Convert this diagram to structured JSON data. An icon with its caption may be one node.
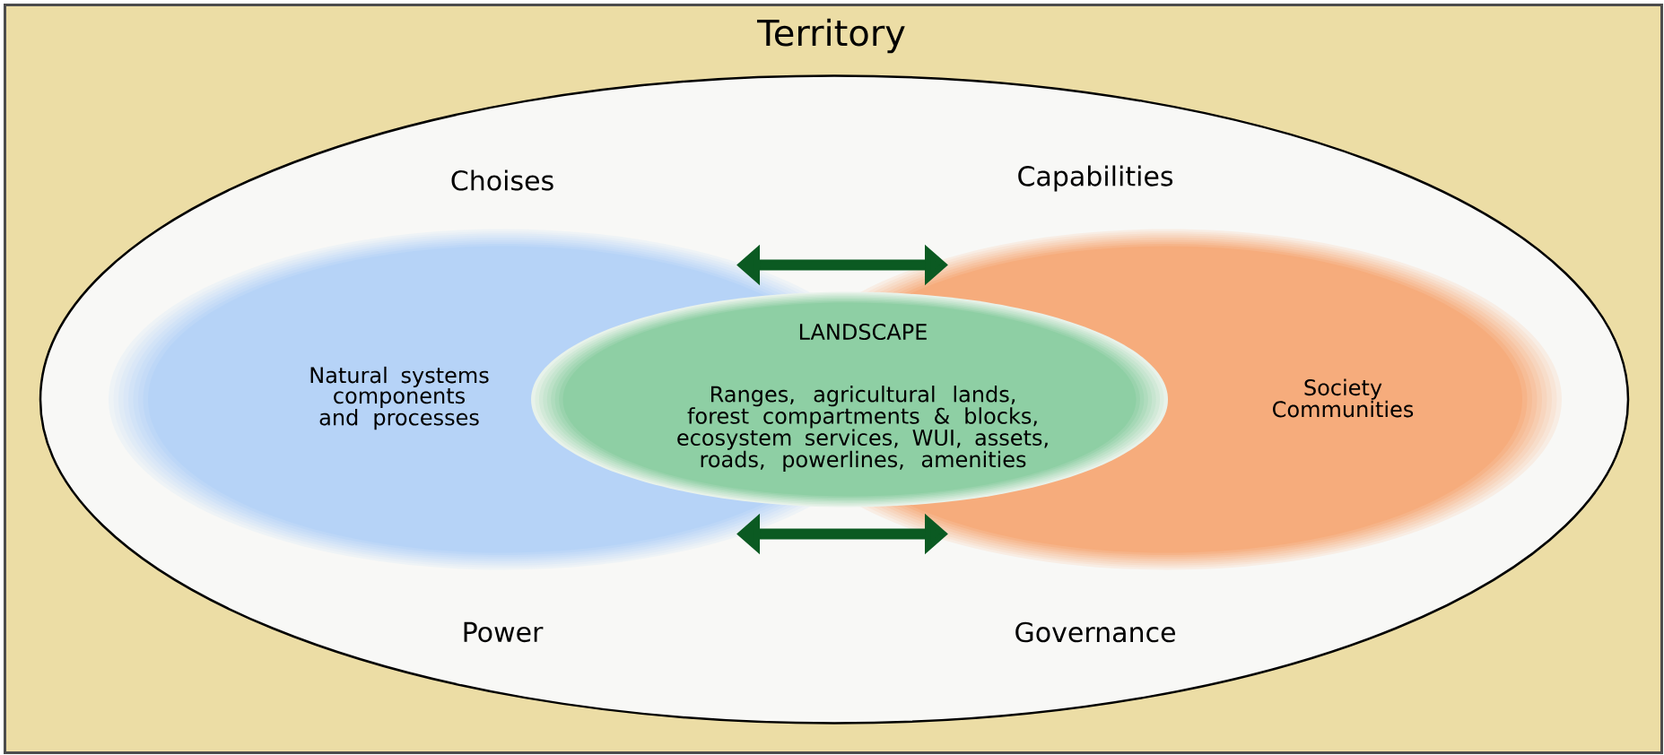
{
  "diagram": {
    "nodes": [
      {
        "text": [
          "Territory"
        ]
      },
      {
        "text": [
          "Choises",
          "Capabilities",
          "Power",
          "Governance"
        ],
        "in": 0
      },
      {
        "text": [
          "Natural systems components and processes"
        ],
        "in": 1
      },
      {
        "text": [
          "LANDSCAPE",
          "Ranges, agricultural lands, forest compartments & blocks, ecosystem services, WUI, assets, roads, powerlines, amenities"
        ],
        "in": 1
      },
      {
        "text": [
          "Society Communities"
        ],
        "in": 1
      }
    ],
    "edges": [
      {
        "from": 2,
        "to": 4,
        "arrow": "both"
      },
      {
        "from": 2,
        "to": 4,
        "arrow": "both"
      }
    ]
  }
}
